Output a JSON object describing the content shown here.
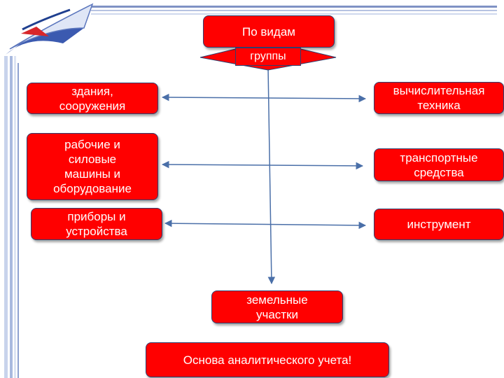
{
  "diagram": {
    "top": "По видам",
    "group": "группы",
    "left": [
      "здания,\nсооружения",
      "рабочие и\nсиловые\nмашины и\nоборудование",
      "приборы и\nустройства"
    ],
    "right": [
      "вычислительная\nтехника",
      "транспортные\nсредства",
      "инструмент"
    ],
    "bottom": "земельные\nучастки",
    "footer": "Основа аналитического учета!"
  },
  "colors": {
    "box_fill": "#ff0000",
    "box_border": "#2f3f6f",
    "text": "#ffffff",
    "connector": "#4a6fa8",
    "accent": "#1f3f8f"
  },
  "icons": {
    "logo": "book-logo-icon"
  }
}
